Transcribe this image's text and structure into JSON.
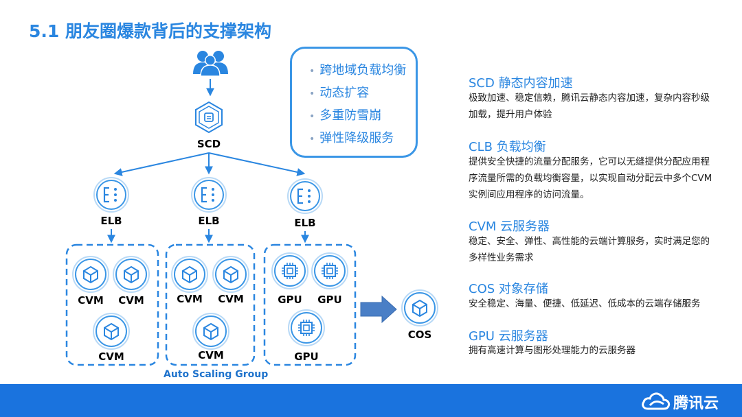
{
  "title": "5.1 朋友圈爆款背后的支撑架构",
  "features": [
    "跨地域负载均衡",
    "动态扩容",
    "多重防雪崩",
    "弹性降级服务"
  ],
  "bullet": "•",
  "diagram": {
    "scd_label": "SCD",
    "elb_labels": [
      "ELB",
      "ELB",
      "ELB"
    ],
    "group1_labels": [
      "CVM",
      "CVM",
      "CVM"
    ],
    "group2_labels": [
      "CVM",
      "CVM",
      "CVM"
    ],
    "group3_labels": [
      "GPU",
      "GPU",
      "GPU"
    ],
    "cos_label": "COS",
    "group_caption": "Auto Scaling Group",
    "accent_color": "#2a86e0"
  },
  "descriptions": [
    {
      "title": "SCD 静态内容加速",
      "text": "极致加速、稳定信赖，腾讯云静态内容加速，复杂内容秒级加载，提升用户体验"
    },
    {
      "title": "CLB 负载均衡",
      "text": "提供安全快捷的流量分配服务，它可以无缝提供分配应用程序流量所需的负载均衡容量，以实现自动分配云中多个CVM 实例间应用程序的访问流量。"
    },
    {
      "title": "CVM 云服务器",
      "text": "稳定、安全、弹性、高性能的云端计算服务，实时满足您的多样性业务需求"
    },
    {
      "title": "COS 对象存储",
      "text": "安全稳定、海量、便捷、低延迟、低成本的云端存储服务"
    },
    {
      "title": "GPU 云服务器",
      "text": "拥有高速计算与图形处理能力的云服务器"
    }
  ],
  "footer": {
    "brand": "腾讯云",
    "bar_color": "#1a73de"
  }
}
